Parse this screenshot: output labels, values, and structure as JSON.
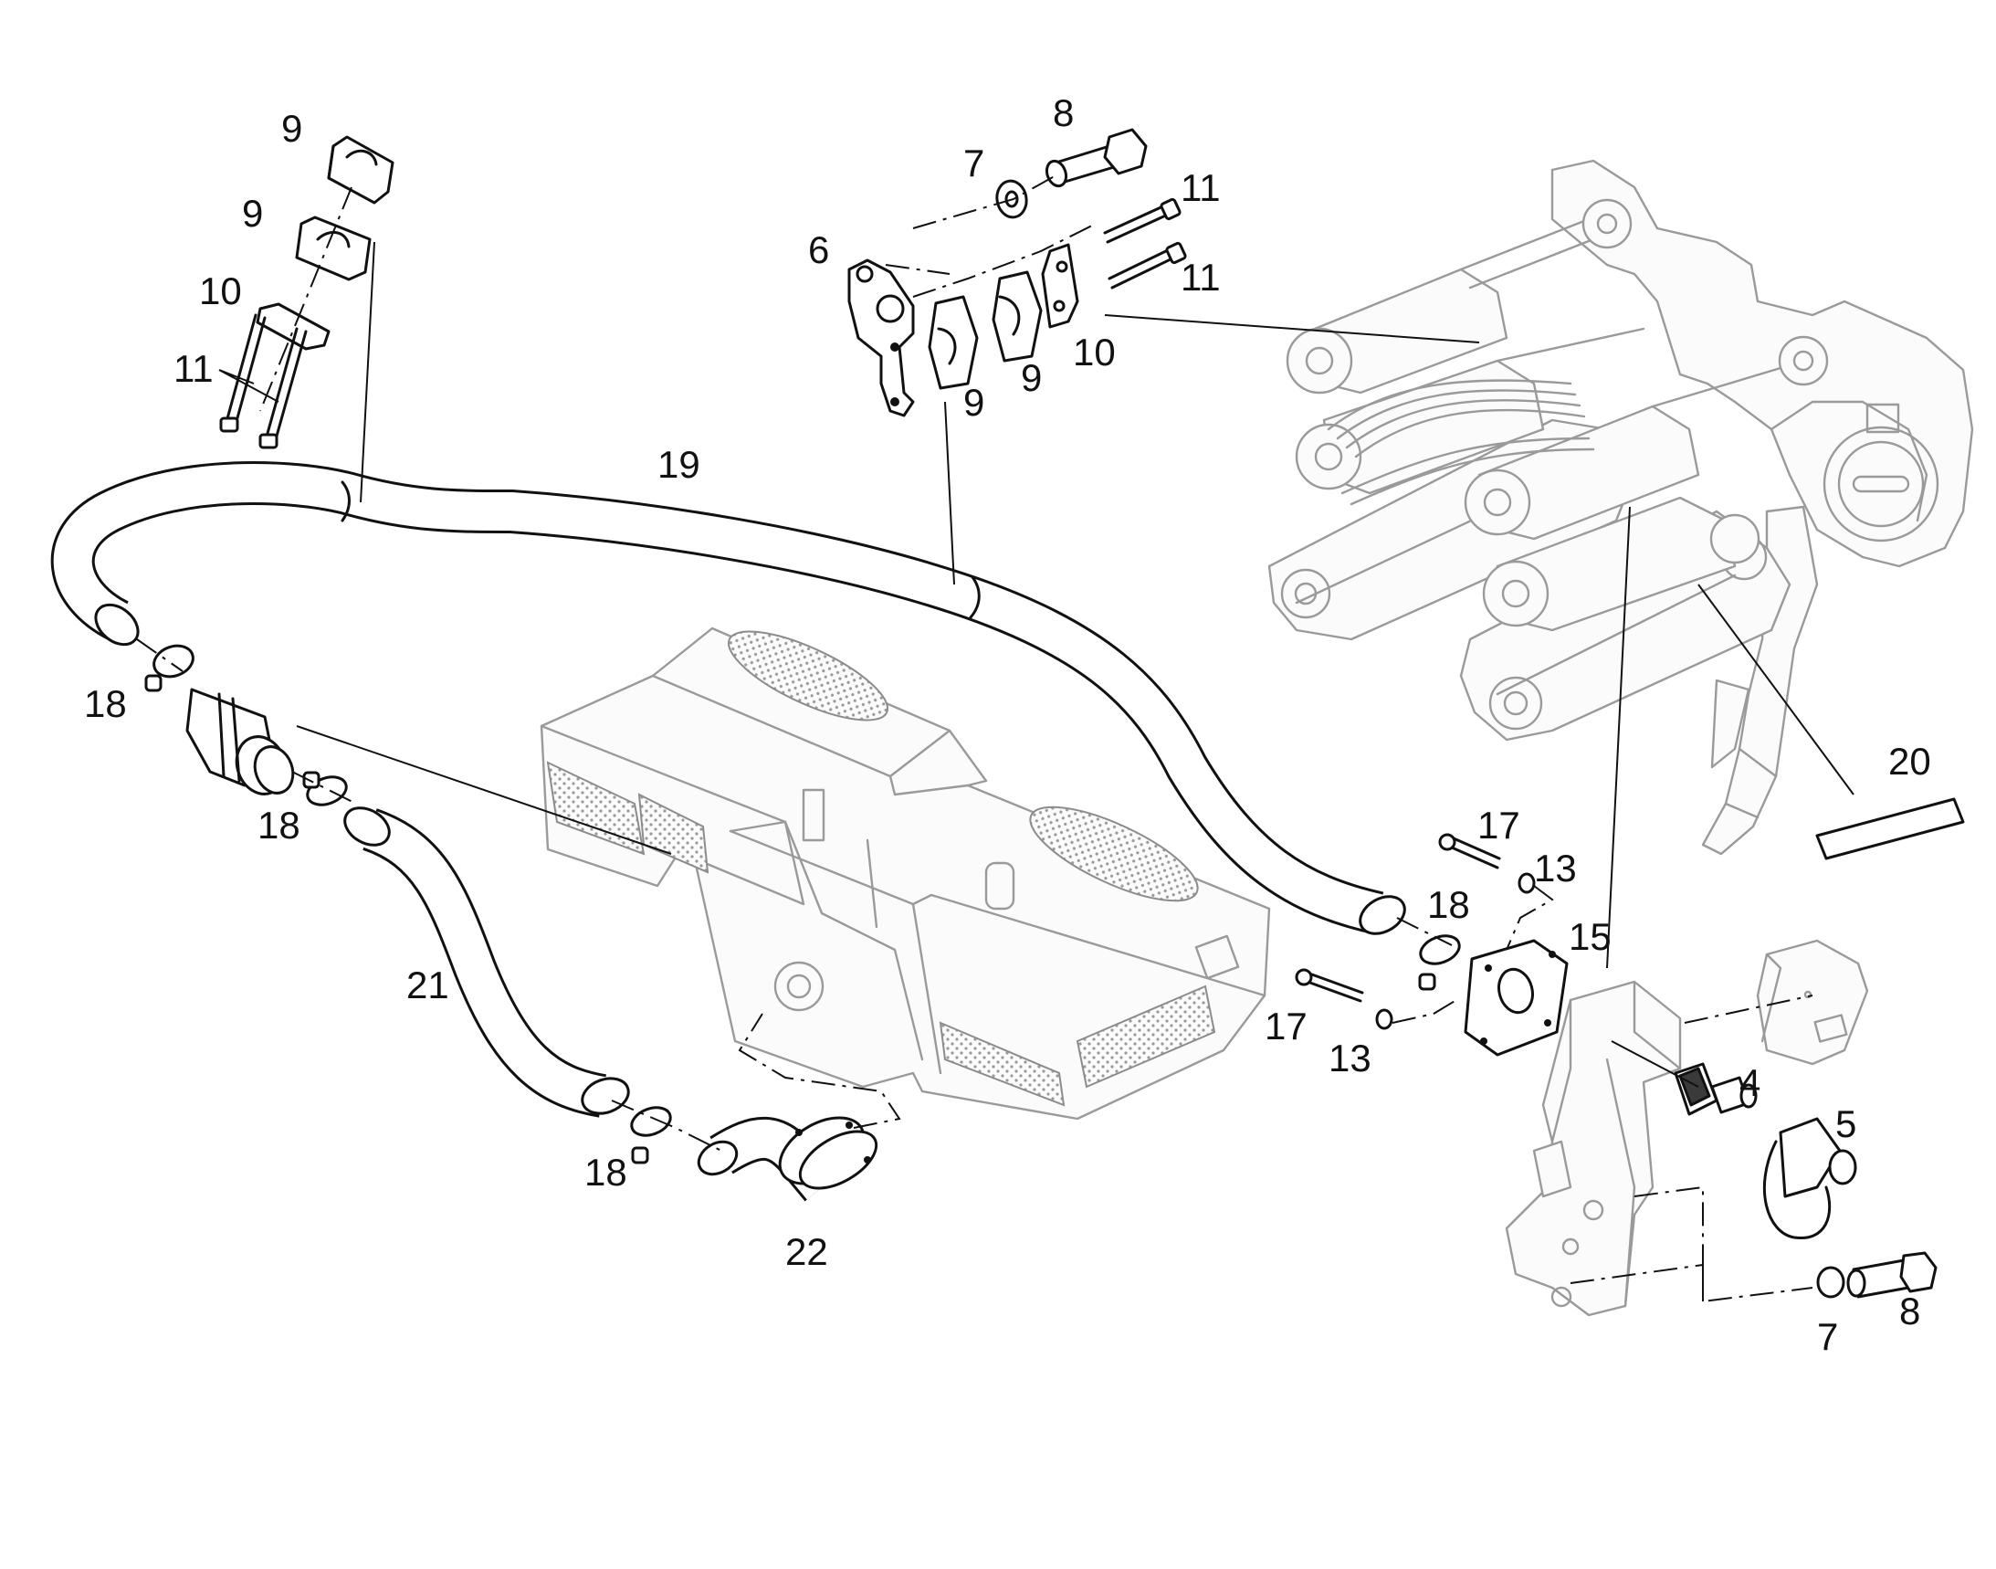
{
  "title": "",
  "callouts": {
    "c9_a": "9",
    "c9_b": "9",
    "c10_a": "10",
    "c11_a": "11",
    "c8_a": "8",
    "c7_a": "7",
    "c6": "6",
    "c11_b": "11",
    "c11_c": "11",
    "c9_c": "9",
    "c9_d": "9",
    "c10_b": "10",
    "c19": "19",
    "c18_a": "18",
    "c18_b": "18",
    "c21": "21",
    "c18_c": "18",
    "c22": "22",
    "c17_a": "17",
    "c13_a": "13",
    "c18_d": "18",
    "c15": "15",
    "c17_b": "17",
    "c13_b": "13",
    "c20": "20",
    "c4": "4",
    "c5": "5",
    "c7_b": "7",
    "c8_b": "8"
  }
}
